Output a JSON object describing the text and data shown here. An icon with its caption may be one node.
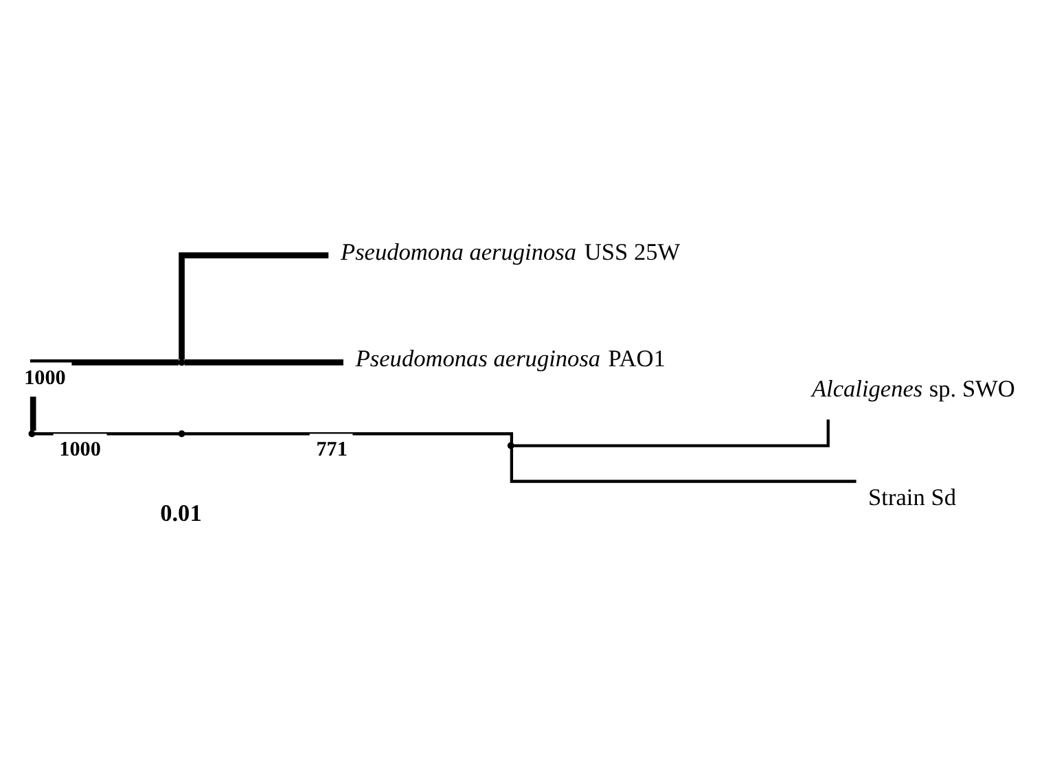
{
  "diagram": {
    "nodes": [
      {
        "text": [],
        "shape": "point"
      },
      {
        "text": [],
        "shape": "point"
      },
      {
        "text": [
          "*Pseudomona aeruginosa* USS 25W"
        ]
      },
      {
        "text": [
          "*Pseudomonas aeruginosa* PAO1"
        ]
      },
      {
        "text": [],
        "shape": "point"
      },
      {
        "text": [],
        "shape": "point"
      },
      {
        "text": [
          "*Alcaligenes* sp. SWO"
        ]
      },
      {
        "text": [
          "Strain Sd"
        ]
      }
    ],
    "edges": [
      {
        "from": 0,
        "to": 1,
        "arrow": "none",
        "label": "1000",
        "style": "thick"
      },
      {
        "from": 1,
        "to": 2,
        "arrow": "none",
        "style": "thick"
      },
      {
        "from": 1,
        "to": 3,
        "arrow": "none",
        "style": "thick"
      },
      {
        "from": 0,
        "to": 4,
        "arrow": "none",
        "label": "1000"
      },
      {
        "from": 4,
        "to": 5,
        "arrow": "none",
        "label": "771"
      },
      {
        "from": 5,
        "to": 6,
        "arrow": "none"
      },
      {
        "from": 5,
        "to": 7,
        "arrow": "none"
      }
    ],
    "labels": [
      "0.01"
    ]
  }
}
